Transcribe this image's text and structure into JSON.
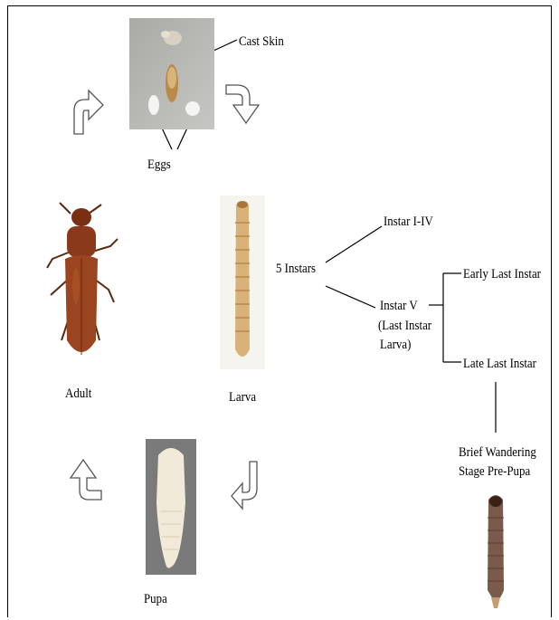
{
  "labels": {
    "cast_skin": "Cast Skin",
    "eggs": "Eggs",
    "adult": "Adult",
    "larva": "Larva",
    "pupa": "Pupa",
    "five_instars": "5 Instars",
    "instar_i_iv": "Instar I-IV",
    "instar_v": "Instar V",
    "last_instar_larva_1": "(Last Instar",
    "last_instar_larva_2": "Larva)",
    "early_last_instar": "Early Last Instar",
    "late_last_instar": "Late Last Instar",
    "brief_wandering_1": "Brief Wandering",
    "brief_wandering_2": "Stage Pre-Pupa"
  },
  "icons": {
    "arrow_top_left": "curved-arrow-up-right-icon",
    "arrow_top_right": "curved-arrow-down-icon",
    "arrow_bottom_left": "curved-arrow-up-left-icon",
    "arrow_bottom_right": "curved-arrow-down-left-icon"
  },
  "colors": {
    "beetle_body": "#8a3a1a",
    "larva_body": "#d9b27a",
    "pupa_body": "#f2ead8",
    "pupa_bg": "#7a7a7a",
    "prepupa_body": "#7a5a4a"
  }
}
